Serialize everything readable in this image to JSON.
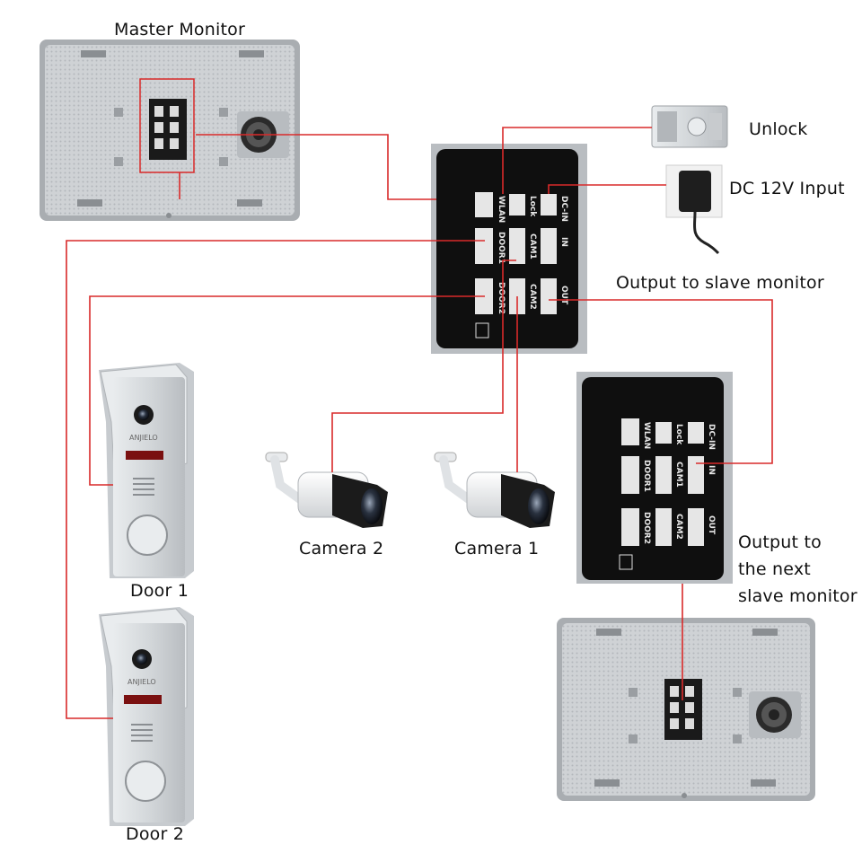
{
  "labels": {
    "master_monitor": "Master Monitor",
    "unlock": "Unlock",
    "dc_input": "DC 12V Input",
    "output_slave": "Output to slave monitor",
    "output_next_1": "Output to",
    "output_next_2": "the next",
    "output_next_3": "slave monitor",
    "camera2": "Camera 2",
    "camera1": "Camera 1",
    "door1": "Door 1",
    "door2": "Door 2"
  },
  "ports": {
    "wlan": "WLAN",
    "lock": "Lock",
    "dc_in": "DC-IN",
    "door1": "DOOR1",
    "cam1": "CAM1",
    "in": "IN",
    "door2": "DOOR2",
    "cam2": "CAM2",
    "out": "OUT"
  },
  "brand": "ANJIELO",
  "colors": {
    "wire": "#d92a2a",
    "panel_black": "#111111",
    "monitor_silver": "#c9cccf",
    "connector_white": "#e6e6e6"
  }
}
